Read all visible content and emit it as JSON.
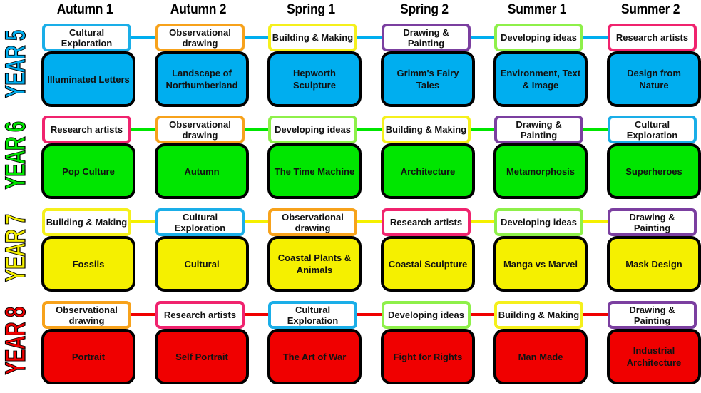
{
  "terms": [
    "Autumn 1",
    "Autumn 2",
    "Spring 1",
    "Spring 2",
    "Summer 1",
    "Summer 2"
  ],
  "skill_colors": {
    "Cultural Exploration": "#1aaee8",
    "Observational drawing": "#f7a21b",
    "Building & Making": "#f5f01c",
    "Drawing & Painting": "#7b3fa0",
    "Developing ideas": "#8ef04a",
    "Research artists": "#f0236e"
  },
  "years": [
    {
      "label": "YEAR 5",
      "color": "#00aeef",
      "skills": [
        "Cultural Exploration",
        "Observational drawing",
        "Building & Making",
        "Drawing & Painting",
        "Developing ideas",
        "Research artists"
      ],
      "topics": [
        "Illuminated Letters",
        "Landscape of Northumberland",
        "Hepworth Sculpture",
        "Grimm's Fairy Tales",
        "Environment, Text & Image",
        "Design from Nature"
      ]
    },
    {
      "label": "YEAR 6",
      "color": "#00e600",
      "skills": [
        "Research artists",
        "Observational drawing",
        "Developing ideas",
        "Building & Making",
        "Drawing & Painting",
        "Cultural Exploration"
      ],
      "topics": [
        "Pop Culture",
        "Autumn",
        "The Time Machine",
        "Architecture",
        "Metamorphosis",
        "Superheroes"
      ]
    },
    {
      "label": "YEAR 7",
      "color": "#f5f000",
      "skills": [
        "Building & Making",
        "Cultural Exploration",
        "Observational drawing",
        "Research artists",
        "Developing ideas",
        "Drawing & Painting"
      ],
      "topics": [
        "Fossils",
        "Cultural",
        "Coastal Plants & Animals",
        "Coastal Sculpture",
        "Manga vs Marvel",
        "Mask Design"
      ]
    },
    {
      "label": "YEAR 8",
      "color": "#f00000",
      "skills": [
        "Observational drawing",
        "Research artists",
        "Cultural Exploration",
        "Developing ideas",
        "Building & Making",
        "Drawing & Painting"
      ],
      "topics": [
        "Portrait",
        "Self Portrait",
        "The Art of War",
        "Fight for Rights",
        "Man Made",
        "Industrial Architecture"
      ]
    }
  ]
}
